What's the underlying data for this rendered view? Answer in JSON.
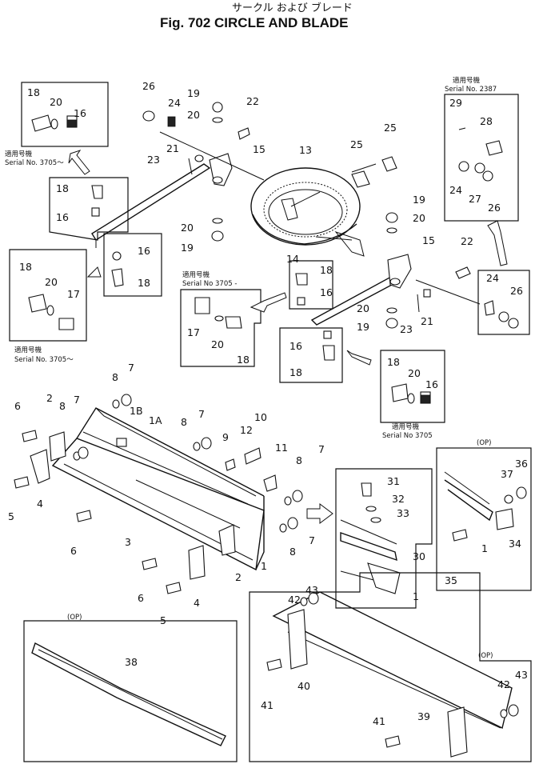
{
  "title": {
    "japanese": "サークル および ブレード",
    "english": "Fig. 702 CIRCLE AND BLADE"
  },
  "notes": {
    "applicable_jp": "適用号機",
    "serial_3705_tilde": "Serial No. 3705～",
    "serial_3705_dash": "Serial No 3705 -",
    "serial_2387": "Serial No. 2387",
    "serial_3705": "Serial No 3705",
    "op": "(OP)"
  },
  "callouts": {
    "n1": "1",
    "n1a": "1A",
    "n1b": "1B",
    "n2": "2",
    "n3": "3",
    "n4": "4",
    "n5": "5",
    "n6": "6",
    "n7": "7",
    "n8": "8",
    "n9": "9",
    "n10": "10",
    "n11": "11",
    "n12": "12",
    "n13": "13",
    "n14": "14",
    "n15": "15",
    "n16": "16",
    "n17": "17",
    "n18": "18",
    "n19": "19",
    "n20": "20",
    "n21": "21",
    "n22": "22",
    "n23": "23",
    "n24": "24",
    "n25": "25",
    "n26": "26",
    "n27": "27",
    "n28": "28",
    "n29": "29",
    "n30": "30",
    "n31": "31",
    "n32": "32",
    "n33": "33",
    "n34": "34",
    "n35": "35",
    "n36": "36",
    "n37": "37",
    "n38": "38",
    "n39": "39",
    "n40": "40",
    "n41": "41",
    "n42": "42",
    "n43": "43"
  }
}
